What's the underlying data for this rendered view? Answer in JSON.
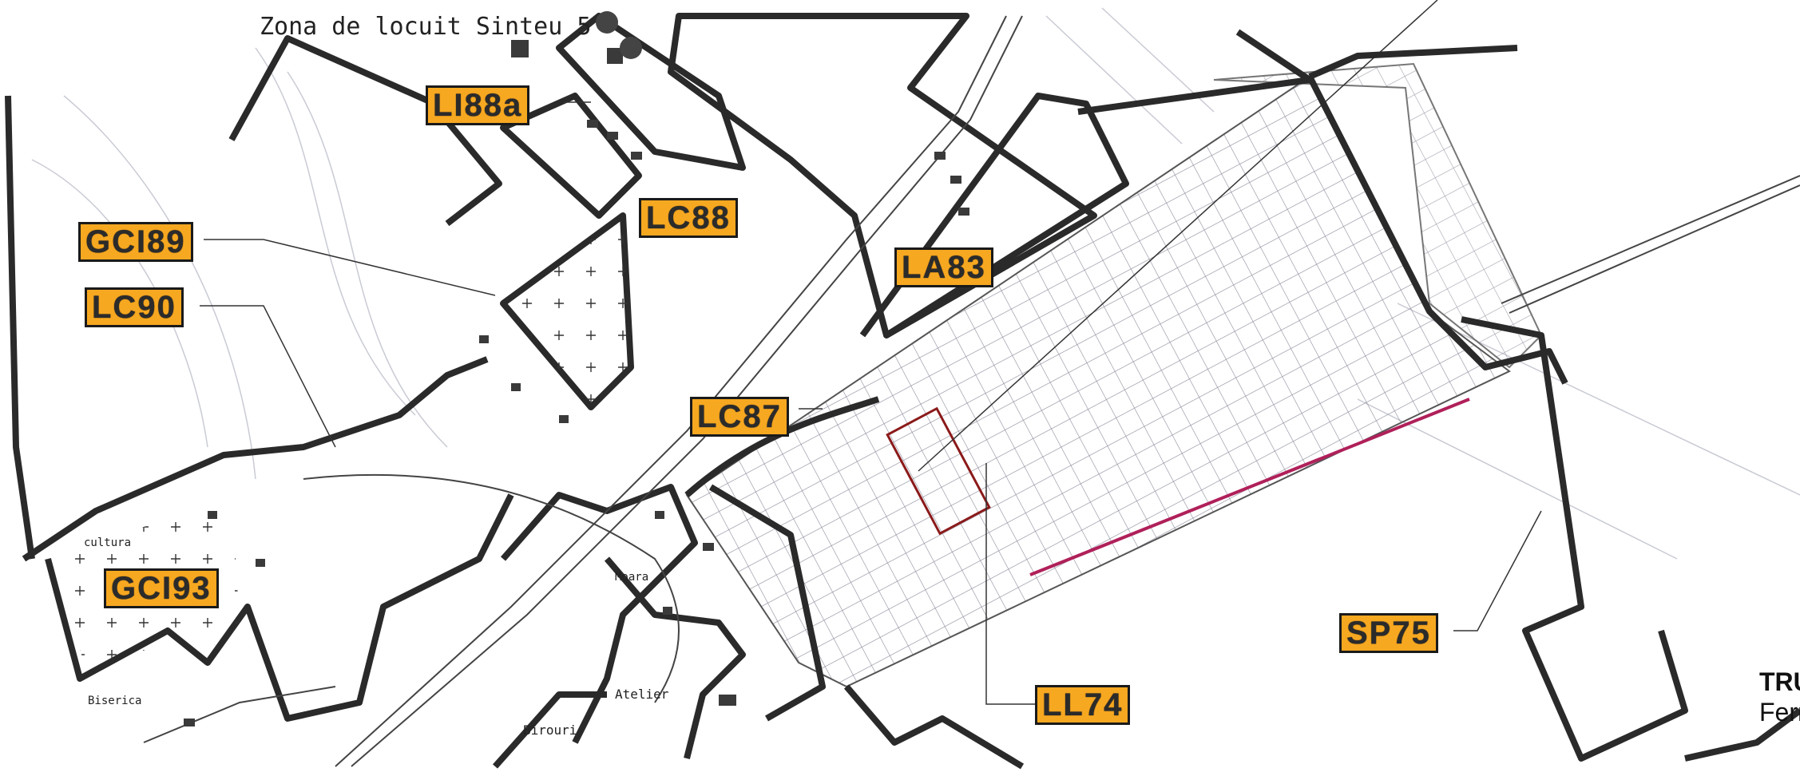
{
  "title": "Zona de locuit Sinteu 5",
  "zones": [
    {
      "id": "LI88a",
      "text": "LI88a"
    },
    {
      "id": "LC88",
      "text": "LC88"
    },
    {
      "id": "GCI89",
      "text": "GCI89"
    },
    {
      "id": "LA83",
      "text": "LA83"
    },
    {
      "id": "LC90",
      "text": "LC90"
    },
    {
      "id": "LC87",
      "text": "LC87"
    },
    {
      "id": "GCI93",
      "text": "GCI93"
    },
    {
      "id": "SP75",
      "text": "SP75"
    },
    {
      "id": "LL74",
      "text": "LL74"
    }
  ],
  "side_text": {
    "line1": "TRU",
    "line2": "Ferr"
  },
  "small_labels": {
    "atelier": "Atelier",
    "birouri": "Birouri",
    "moara": "Moara",
    "cultura": "cultura",
    "biserica": "Biserica"
  },
  "colors": {
    "zone_label_bg": "#f7a821",
    "boundary": "#2a2a2a",
    "grid": "#6f7080",
    "highlight_parcel": "#8b1a1a",
    "road_edge": "#b0205a"
  }
}
